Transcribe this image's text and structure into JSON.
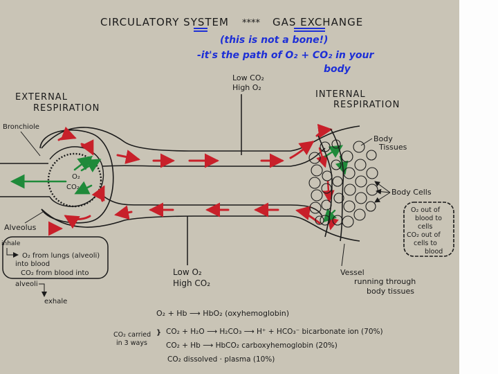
{
  "title": {
    "main": "CIRCULATORY SYSTEM",
    "stars": "****",
    "sub": "GAS EXCHANGE"
  },
  "note": {
    "line1": "(this is not a bone!)",
    "line2": "-it's the path of O₂ + CO₂ in your",
    "line3": "body"
  },
  "labels": {
    "external": [
      "EXTERNAL",
      "RESPIRATION"
    ],
    "internal": [
      "INTERNAL",
      "RESPIRATION"
    ],
    "top_vessel": [
      "Low CO₂",
      "High O₂"
    ],
    "bottom_vessel": [
      "Low O₂",
      "High CO₂"
    ],
    "bronchiole": "Bronchiole",
    "alveolus": "Alveolus",
    "o2": "O₂",
    "co2": "CO₂",
    "body_tissues": [
      "Body",
      "Tissues"
    ],
    "body_cells": "Body Cells",
    "vessel": [
      "Vessel",
      "running through",
      "body tissues"
    ]
  },
  "inhale_box": {
    "inhale": "inhale",
    "line1": "O₂ from lungs (alveoli)",
    "line2": "into blood",
    "line3": "CO₂ from blood into",
    "line4": "alveoli",
    "exhale": "exhale"
  },
  "right_box": {
    "line1": "O₂ out of",
    "line2": "blood to",
    "line3": "cells",
    "line4": "CO₂ out of",
    "line5": "cells to",
    "line6": "blood"
  },
  "equations": {
    "eq1": "O₂ + Hb ⟶ HbO₂ (oxyhemoglobin)",
    "co2_carried": [
      "CO₂ carried",
      "in 3 ways"
    ],
    "eq2": "CO₂ + H₂O ⟶ H₂CO₃ ⟶ H⁺ + HCO₃⁻ bicarbonate ion (70%)",
    "eq3": "CO₂ + Hb ⟶ HbCO₂  carboxyhemoglobin (20%)",
    "eq4": "CO₂ dissolved · plasma (10%)"
  },
  "colors": {
    "paper": "#c9c4b6",
    "ink": "#1a1a1a",
    "blue_ink": "#1d2fd6",
    "red_arrows": "#c8202a",
    "green_arrows": "#1f8a3a"
  }
}
